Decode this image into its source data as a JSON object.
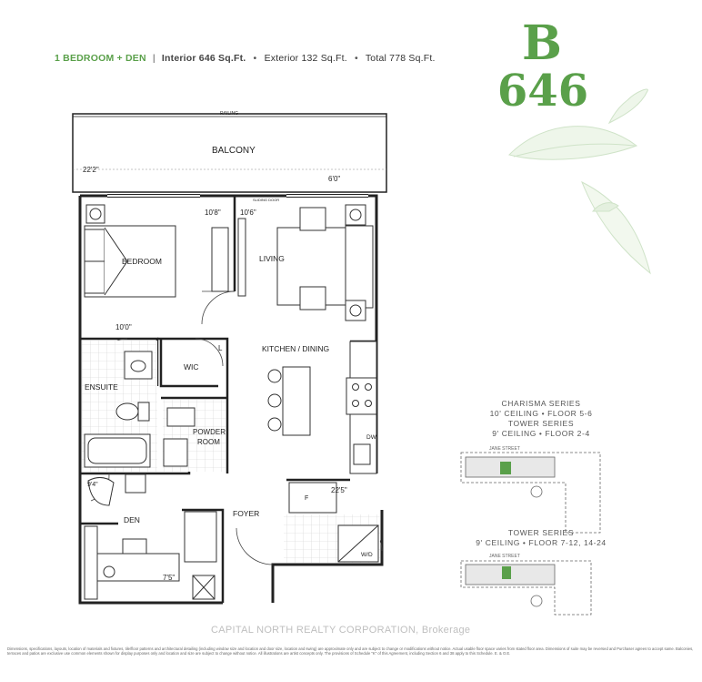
{
  "header": {
    "unit_type": "1 BEDROOM + DEN",
    "interior": "Interior 646 Sq.Ft.",
    "exterior": "Exterior 132 Sq.Ft.",
    "total": "Total 778 Sq.Ft."
  },
  "unit": {
    "letter": "B",
    "area": "646"
  },
  "rooms": {
    "balcony": "BALCONY",
    "railing": "RAILING",
    "sliding_door": "SLIDING DOOR",
    "bedroom": "BEDROOM",
    "living": "LIVING",
    "kitchen_dining": "KITCHEN / DINING",
    "wic": "WIC",
    "linen": "L",
    "ensuite": "ENSUITE",
    "powder_room_1": "POWDER",
    "powder_room_2": "ROOM",
    "den": "DEN",
    "foyer": "FOYER",
    "fridge": "F",
    "dishwasher": "DW",
    "washer_dryer": "W/D"
  },
  "dimensions": {
    "balcony_width": "22'2\"",
    "balcony_depth": "6'0\"",
    "bedroom_width": "10'8\"",
    "living_width": "10'6\"",
    "ensuite_width": "10'0\"",
    "kitchen_length": "22'5\"",
    "den_a": "9'4\"",
    "den_b": "7'5\""
  },
  "keyplans": {
    "series1_line1": "CHARISMA SERIES",
    "series1_line2": "10' CEILING • FLOOR 5-6",
    "series2_line1": "TOWER SERIES",
    "series2_line2": "9' CEILING • FLOOR 2-4",
    "series3_line1": "TOWER SERIES",
    "series3_line2": "9' CEILING • FLOOR 7-12, 14-24",
    "street1": "JANE STREET",
    "street2": "JANE STREET"
  },
  "watermark": "CAPITAL NORTH REALTY CORPORATION, Brokerage",
  "footnote": "Dimensions, specifications, layouts, location of materials and fixtures, tile/floor patterns and architectural detailing (including window size and location and door size, location and swing) are approximate only and are subject to change or modifications without notice. Actual usable floor space varies from stated floor area. Dimensions of suite may be reversed and Purchaser agrees to accept same. Balconies, terraces and patios are exclusive use common elements shown for display purposes only and location and size are subject to change without notice. All illustrations are artist concepts only. The provisions of Schedule \"K\" of this Agreement, including Section 6 and 38 apply to this Schedule. E. & O.E.",
  "colors": {
    "accent": "#5aa04a",
    "wall": "#222222",
    "tile": "#cfcfcf"
  }
}
